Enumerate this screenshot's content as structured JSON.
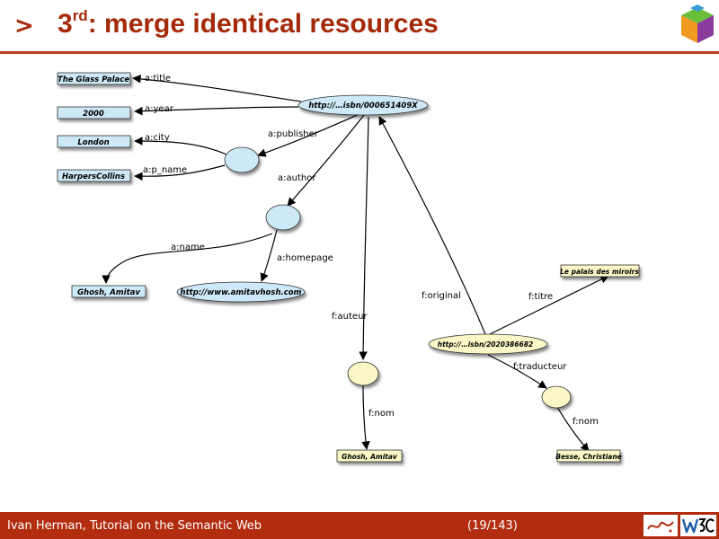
{
  "header": {
    "bullet": ">",
    "title_main": "3",
    "title_sup": "rd",
    "title_rest": ": merge identical resources"
  },
  "diagram": {
    "nodes": {
      "isbn_en": "http://…isbn/000651409X",
      "isbn_fr": "http://…isbn/2020386682",
      "homepage": "http://www.amitavhosh.com"
    },
    "literals": {
      "glass_palace": "The Glass Palace",
      "year": "2000",
      "london": "London",
      "harpers": "HarpersCollins",
      "ghosh_en": "Ghosh, Amitav",
      "ghosh_fr": "Ghosh, Amitav",
      "palais": "Le palais des miroirs",
      "besse": "Besse, Christiane"
    },
    "edges": {
      "title": "a:title",
      "year": "a:year",
      "city": "a:city",
      "p_name": "a:p_name",
      "publisher": "a:publisher",
      "author": "a:author",
      "name": "a:name",
      "homepage": "a:homepage",
      "auteur": "f:auteur",
      "original": "f:original",
      "titre": "f:titre",
      "traducteur": "f:traducteur",
      "nom_1": "f:nom",
      "nom_2": "f:nom"
    },
    "colors": {
      "blue_fill": "#cde8f6",
      "yellow_fill": "#fbf7c6"
    }
  },
  "footer": {
    "text": "Ivan Herman, Tutorial on the Semantic Web",
    "page": "(19/143)"
  },
  "colors": {
    "accent": "#a52a0a",
    "footer_bg": "#b22d10"
  }
}
